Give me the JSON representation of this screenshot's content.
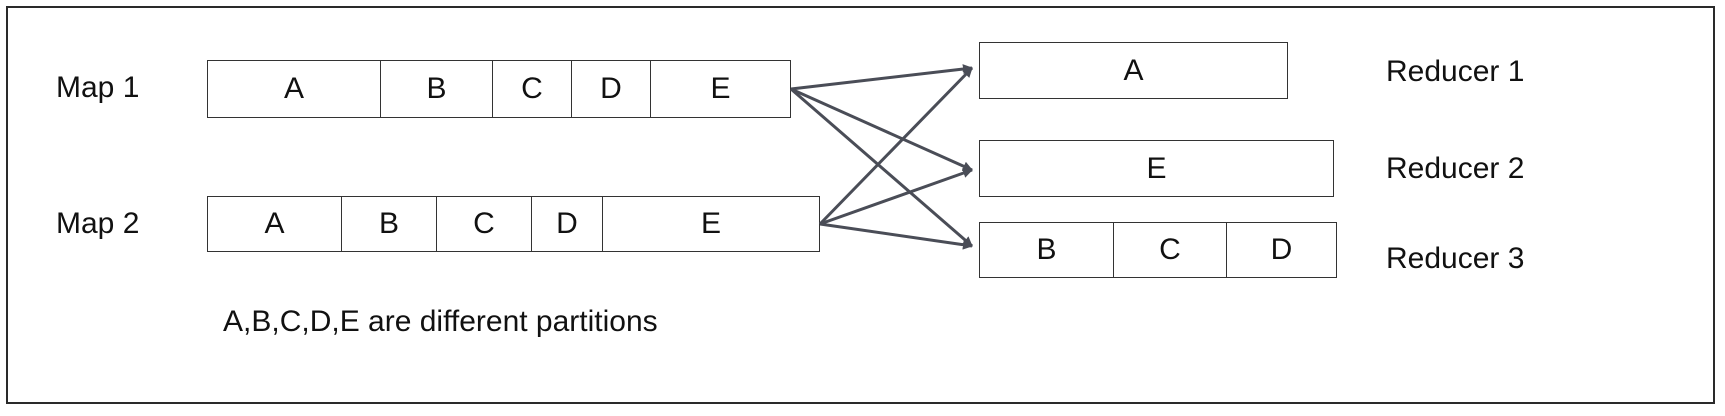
{
  "maps": [
    {
      "label": "Map 1",
      "partitions": [
        "A",
        "B",
        "C",
        "D",
        "E"
      ]
    },
    {
      "label": "Map 2",
      "partitions": [
        "A",
        "B",
        "C",
        "D",
        "E"
      ]
    }
  ],
  "reducers": [
    {
      "label": "Reducer 1",
      "partitions": [
        "A"
      ]
    },
    {
      "label": "Reducer 2",
      "partitions": [
        "E"
      ]
    },
    {
      "label": "Reducer 3",
      "partitions": [
        "B",
        "C",
        "D"
      ]
    }
  ],
  "note": "A,B,C,D,E are different partitions",
  "edges": [
    {
      "from": "Map 1",
      "to": "Reducer 1"
    },
    {
      "from": "Map 1",
      "to": "Reducer 2"
    },
    {
      "from": "Map 1",
      "to": "Reducer 3"
    },
    {
      "from": "Map 2",
      "to": "Reducer 1"
    },
    {
      "from": "Map 2",
      "to": "Reducer 2"
    },
    {
      "from": "Map 2",
      "to": "Reducer 3"
    }
  ],
  "colors": {
    "arrow": "#4a4d57",
    "border": "#333333"
  }
}
